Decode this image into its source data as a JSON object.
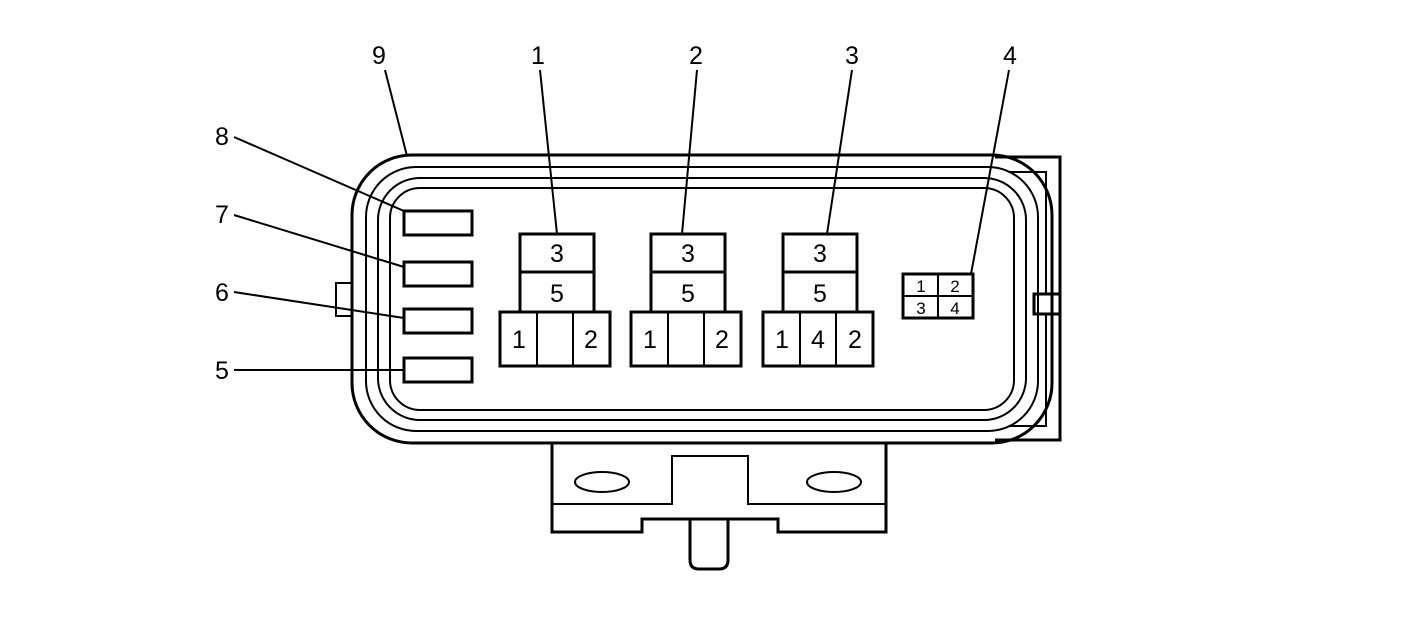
{
  "callouts": {
    "c1": "1",
    "c2": "2",
    "c3": "3",
    "c4": "4",
    "c5": "5",
    "c6": "6",
    "c7": "7",
    "c8": "8",
    "c9": "9"
  },
  "relays": [
    {
      "top": "3",
      "middle": "5",
      "left": "1",
      "center": "",
      "right": "2"
    },
    {
      "top": "3",
      "middle": "5",
      "left": "1",
      "center": "",
      "right": "2"
    },
    {
      "top": "3",
      "middle": "5",
      "left": "1",
      "center": "4",
      "right": "2"
    }
  ],
  "small_connector": {
    "pins": [
      "1",
      "2",
      "3",
      "4"
    ]
  }
}
